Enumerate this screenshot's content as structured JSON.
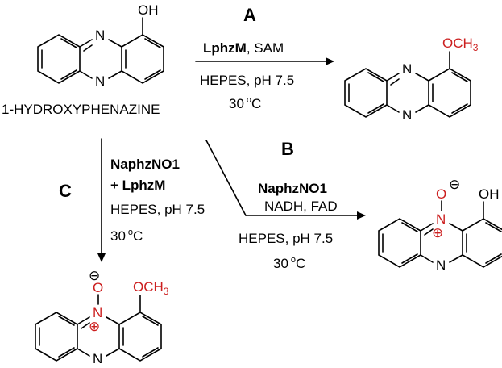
{
  "colors": {
    "highlight": "#cc1f1f",
    "bond": "#000000",
    "background": "#ffffff"
  },
  "atoms": {
    "N": "N",
    "OH": "OH",
    "OCH3_main": "OCH",
    "OCH3_sub": "3",
    "O": "O",
    "minus": "⊖",
    "plus": "⊕"
  },
  "start": {
    "name": "1-HYDROXYPHENAZINE"
  },
  "reaction_a": {
    "label": "A",
    "enzyme": "LphzM",
    "cofactor": ", SAM",
    "buffer": "HEPES, pH 7.5",
    "temp_value": "30",
    "temp_unit_o": "o",
    "temp_unit_c": "C"
  },
  "reaction_b": {
    "label": "B",
    "enzyme": "NaphzNO1",
    "cofactors": "NADH, FAD",
    "buffer": "HEPES, pH 7.5",
    "temp_value": "30",
    "temp_unit_o": "o",
    "temp_unit_c": "C"
  },
  "reaction_c": {
    "label": "C",
    "enzyme1": "NaphzNO1",
    "enzyme2": "+ LphzM",
    "buffer": "HEPES, pH 7.5",
    "temp_value": "30",
    "temp_unit_o": "o",
    "temp_unit_c": "C"
  }
}
